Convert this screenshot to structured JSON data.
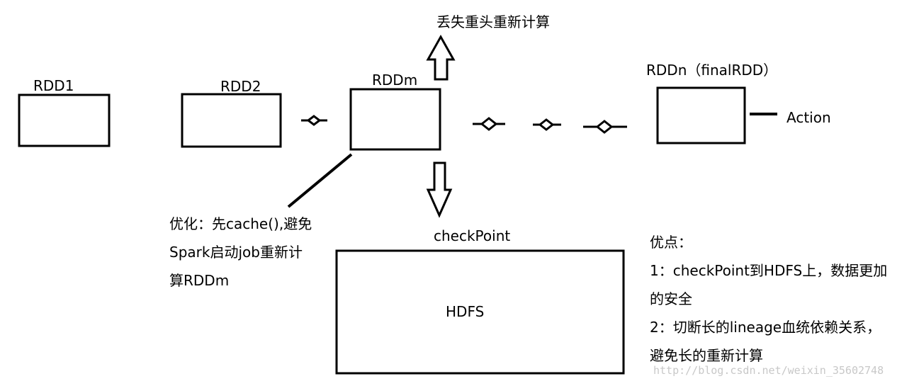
{
  "nodes": {
    "rdd1": "RDD1",
    "rdd2": "RDD2",
    "rddm": "RDDm",
    "rddn": "RDDn（finalRDD）",
    "hdfs_box": "HDFS"
  },
  "labels": {
    "lost_recompute": "丢失重头重新计算",
    "action": "Action",
    "checkpoint": "checkPoint"
  },
  "optimization_note": [
    "优化：先cache(),避免",
    "Spark启动job重新计",
    "算RDDm"
  ],
  "advantages": [
    "优点：",
    "1：checkPoint到HDFS上，数据更加",
    "的安全",
    "2：切断长的lineage血统依赖关系，",
    "避免长的重新计算"
  ],
  "watermark": "http://blog.csdn.net/weixin_35602748",
  "colors": {
    "stroke": "#000000",
    "watermark": "#c8c8c8"
  }
}
